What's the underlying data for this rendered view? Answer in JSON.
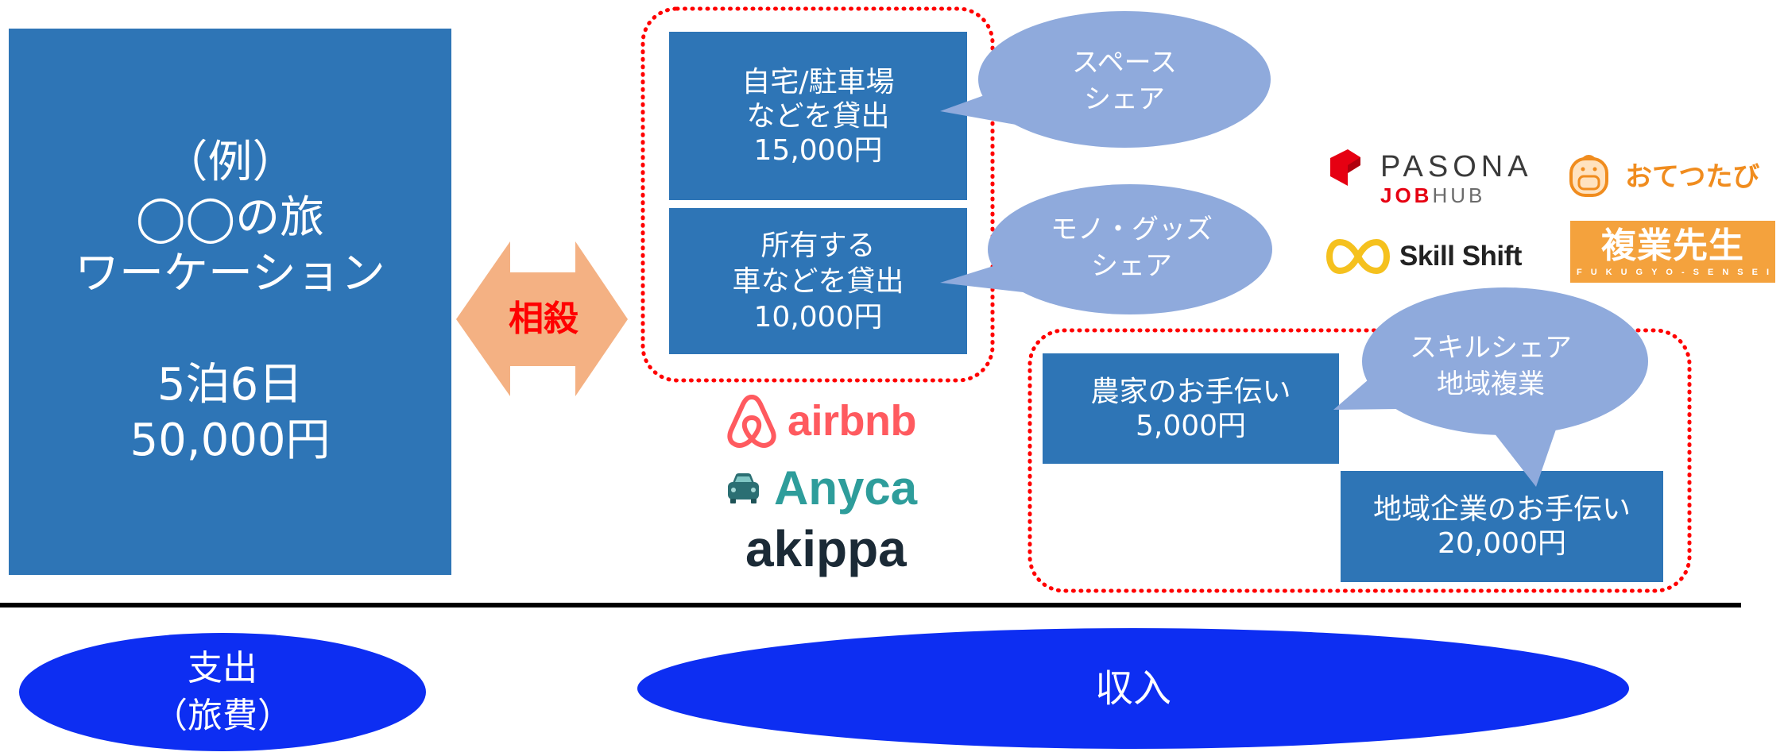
{
  "expense_box": {
    "title_lines": [
      "（例）",
      "◯◯の旅",
      "ワーケーション"
    ],
    "detail_lines": [
      "5泊6日",
      "50,000円"
    ]
  },
  "offset_arrow": {
    "label": "相殺"
  },
  "income_items": [
    {
      "lines": [
        "自宅/駐車場",
        "などを貸出",
        "15,000円"
      ]
    },
    {
      "lines": [
        "所有する",
        "車などを貸出",
        "10,000円"
      ]
    },
    {
      "lines": [
        "農家のお手伝い",
        "5,000円"
      ]
    },
    {
      "lines": [
        "地域企業のお手伝い",
        "20,000円"
      ]
    }
  ],
  "bubbles": [
    {
      "lines": [
        "スペース",
        "シェア"
      ]
    },
    {
      "lines": [
        "モノ・グッズ",
        "シェア"
      ]
    },
    {
      "lines": [
        "スキルシェア",
        "地域複業"
      ]
    }
  ],
  "logos": {
    "airbnb": {
      "icon": "airbnb-belo-icon",
      "text": "airbnb"
    },
    "anyca": {
      "icon": "car-icon",
      "text": "Anyca"
    },
    "akippa": {
      "text": "akippa"
    },
    "pasona": {
      "icon": "pasona-mark-icon",
      "name": "PASONA",
      "sub_red": "JOB",
      "sub_gray": "HUB"
    },
    "otetsutabi": {
      "icon": "backpack-icon",
      "text": "おてつたび"
    },
    "skillshift": {
      "icon": "infinity-icon",
      "text": "Skill Shift"
    },
    "fukugyo_sensei": {
      "text": "複業先生",
      "sub": "FUKUGYO-SENSEI"
    }
  },
  "footer": {
    "expense_lines": [
      "支出",
      "（旅費）"
    ],
    "income_label": "収入"
  },
  "colors": {
    "box_blue": "#2E75B6",
    "bubble_blue": "#8FAADC",
    "arrow_orange": "#F4B183",
    "offset_red": "#FF0000",
    "dotted_border_red": "#FF0000",
    "footer_blue": "#0D2EF2",
    "airbnb": "#FF5A5F",
    "anyca": "#2E9D9B",
    "akippa": "#1B2A36",
    "pasona_red": "#E60012",
    "otetsutabi": "#F08C1E",
    "skillshift_yellow": "#F5C11E",
    "fukugyo_sensei": "#F4A23D"
  }
}
